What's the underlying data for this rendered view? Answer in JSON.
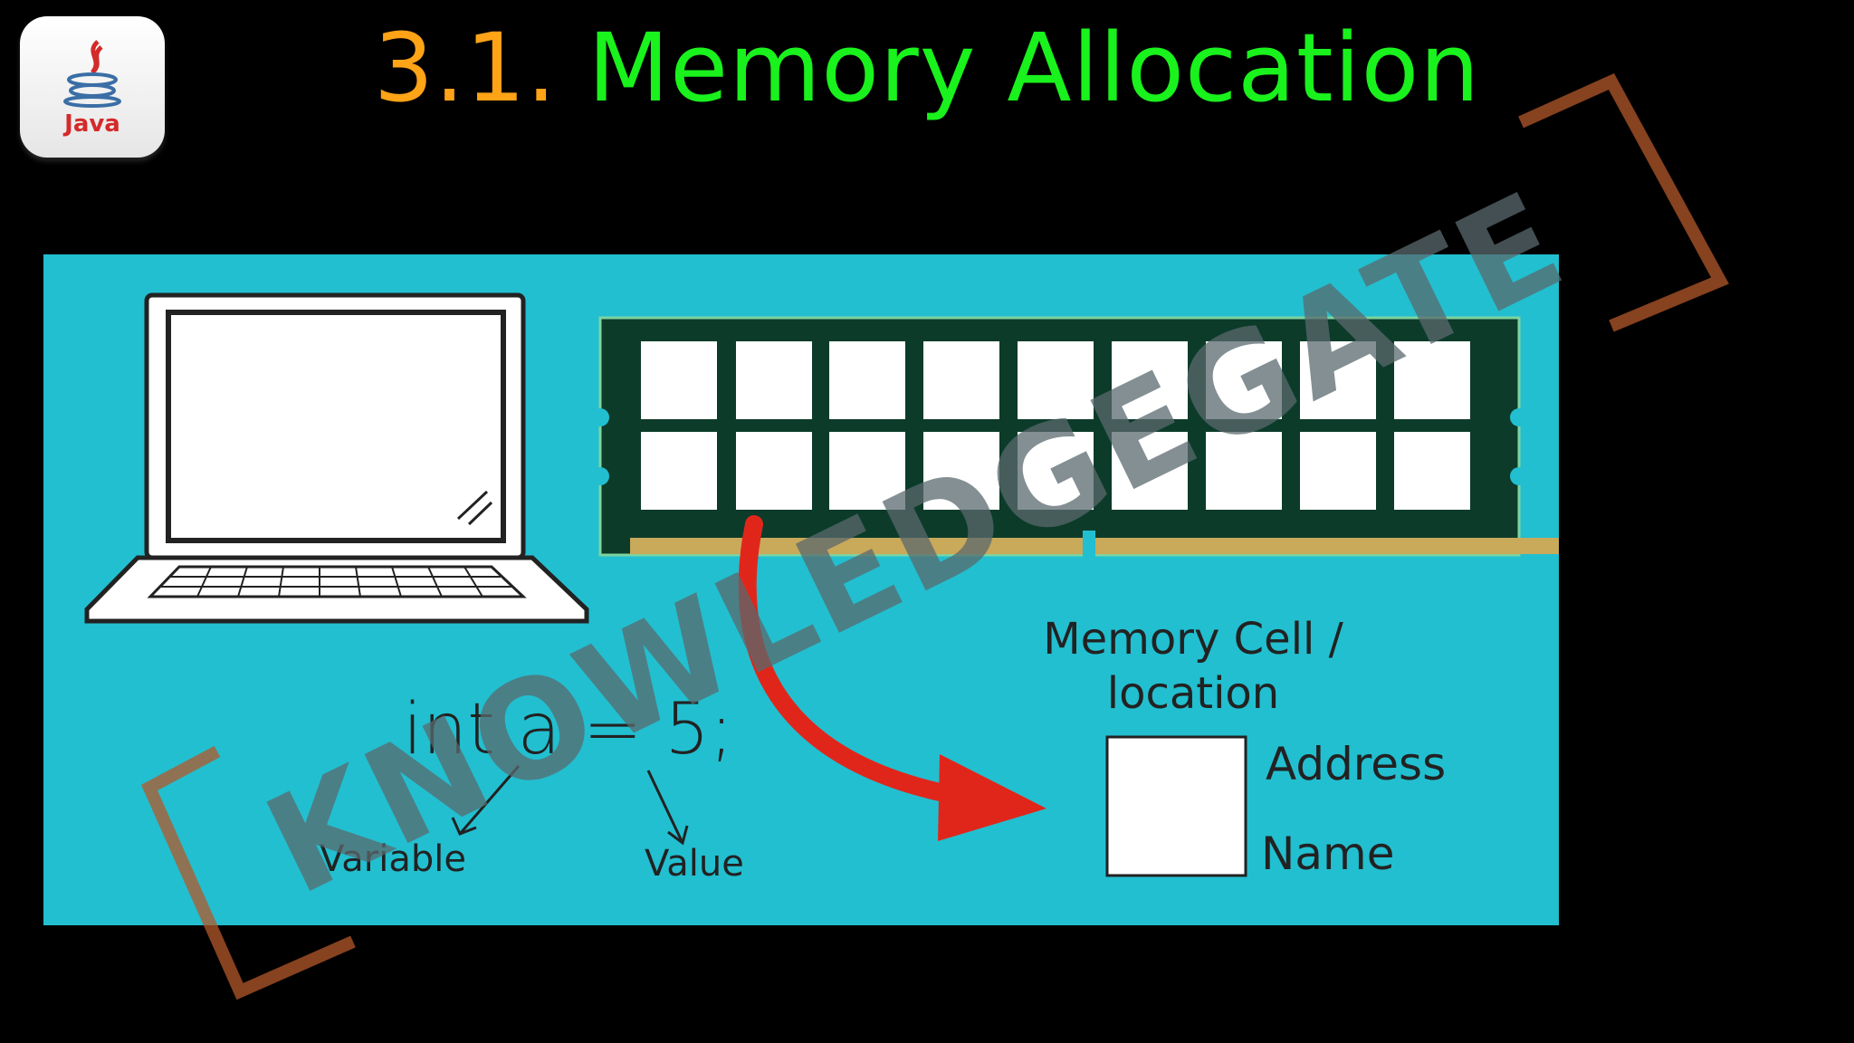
{
  "logo": {
    "text": "Java",
    "icon": "java-coffee-cup-icon"
  },
  "title": {
    "number": "3.1.",
    "text": "Memory Allocation"
  },
  "slide": {
    "code": "int a = 5;",
    "variable_label": "Variable",
    "value_label": "Value",
    "memory_cell_label_line1": "Memory Cell /",
    "memory_cell_label_line2": "location",
    "address_label": "Address",
    "name_label": "Name"
  },
  "watermark": {
    "text": "KNOWLEDGEGATE"
  },
  "colors": {
    "title_number": "#ffa317",
    "title_text": "#19f21c",
    "panel_bg": "#22bfd0",
    "ram_board": "#0c3b2a",
    "arrow": "#e0261b",
    "watermark_gray": "#5a6a6e",
    "watermark_orange": "#e8782a"
  }
}
